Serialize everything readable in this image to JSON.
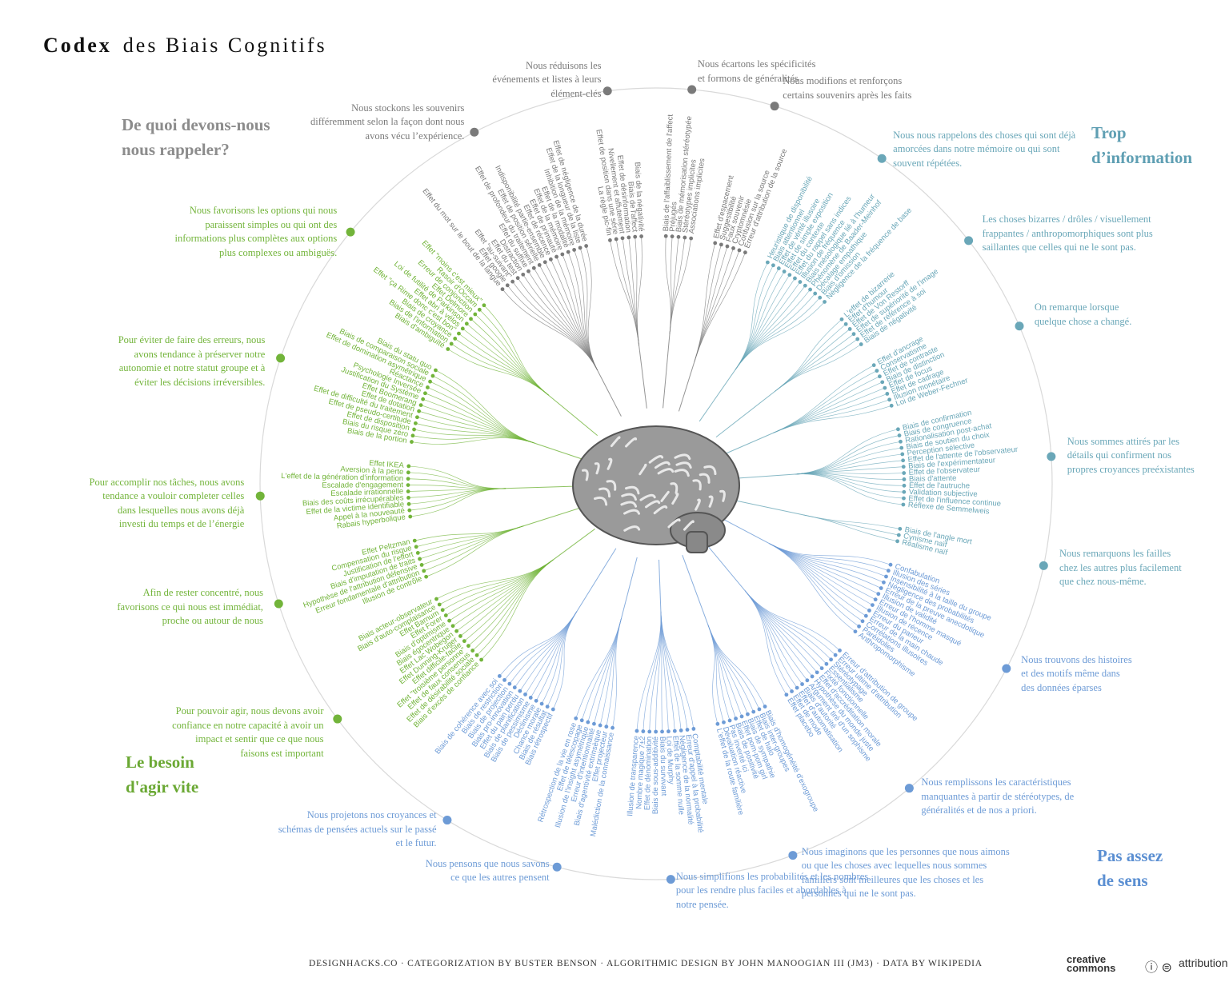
{
  "title": {
    "bold": "Codex",
    "rest": "des Biais Cognitifs"
  },
  "colors": {
    "grey": "#7a7a7a",
    "teal": "#6aa7b8",
    "blue": "#6d9bd6",
    "green": "#72b43a",
    "ring": "#d9d9d9"
  },
  "quadrants": [
    {
      "key": "memory",
      "title": "De quoi devons-nous\nnous rappeler?",
      "color": "#8c8c8c"
    },
    {
      "key": "info",
      "title": "Trop\nd’information",
      "color": "#5f9fb3"
    },
    {
      "key": "meaning",
      "title": "Pas assez\nde sens",
      "color": "#5b8fd2"
    },
    {
      "key": "speed",
      "title": "Le besoin\nd'agir vite",
      "color": "#6aa833"
    }
  ],
  "groups": [
    {
      "quad": "memory",
      "label": "Nous stockons les souvenirs\ndifféremment selon la façon dont nous\navons vécu l’expérience.",
      "items": [
        "Effet du mot sur le bout de la langue",
        "Effet google",
        "Effet \"au-suivant\"",
        "Effet du test",
        "Distraction",
        "Effet du suffixe",
        "Effet de profondeur du traitement",
        "Effet de position sérielle",
        "Indisponibilité partie-ensemble",
        "Effet de récence",
        "Effet de primauté",
        "Effet de la mémoire",
        "Effet de la modalité",
        "Inhibition de la mémoire",
        "Effet de la longueur de la liste",
        "Effet de négligence de la durée"
      ]
    },
    {
      "quad": "memory",
      "label": "Nous réduisons les\névénements et listes à leurs\nélément-clés",
      "items": [
        "La règle pic-fin",
        "Effet de position dans une série",
        "Nivellement et affutement",
        "Effet de désinformation",
        "Biais de l'affect",
        "Biais de la négativité"
      ]
    },
    {
      "quad": "memory",
      "label": "Nous écartons les spécificités\net formons de généralités",
      "items": [
        "Biais de l'affaiblissement de l'affect",
        "Préjugés",
        "Biais de mémorisation stéréotypée",
        "Stéréotypes implicites",
        "Associations implicites"
      ]
    },
    {
      "quad": "memory",
      "label": "Nous modifions et renforçons\ncertains souvenirs après les faits",
      "items": [
        "Effet d'espacement",
        "Suggestibilité",
        "Faux souvenir",
        "Cryptomnésie",
        "Confusion sur la source",
        "Erreur d'attribution de la source"
      ]
    },
    {
      "quad": "info",
      "label": "Nous nous rappelons des choses qui sont déjà\namorcées dans notre mémoire ou qui sont\nsouvent répétées.",
      "items": [
        "Heuristique de disponibilité",
        "Biais attentionnel",
        "Effet de vérité illusoire",
        "Effet de simple exposition",
        "Effet du contexte",
        "Effet du rappel sans indices",
        "Illusion de fréquence",
        "Biais mésologique lié à l'humeur",
        "Phénomène de Baader-Meinhof",
        "Décalage empathique",
        "Biais d'omission",
        "Négligence de la fréquence de base"
      ]
    },
    {
      "quad": "info",
      "label": "Les choses bizarres / drôles / visuellement\nfrappantes / anthropomorphiques sont plus\nsaillantes que celles qui ne le sont pas.",
      "items": [
        "L'effet de bizarrerie",
        "Effet d'humour",
        "Effet de Von Restorff",
        "Effet de supériorité de l'image",
        "Effet de référence à soi",
        "Biais de négativité"
      ]
    },
    {
      "quad": "info",
      "label": "On remarque lorsque\nquelque chose a changé.",
      "items": [
        "Effet d'ancrage",
        "Conservatisme",
        "Effet de contraste",
        "Biais de distinction",
        "Effet de focus",
        "Effet de cadrage",
        "Illusion monétaire",
        "Loi de Weber-Fechner"
      ]
    },
    {
      "quad": "info",
      "label": "Nous sommes attirés par les\ndétails qui confirment nos\npropres croyances preéxistantes",
      "items": [
        "Biais de confirmation",
        "Biais de congruence",
        "Rationalisation post-achat",
        "Biais de soutien du choix",
        "Perception sélective",
        "Effet de l'attente de l'observateur",
        "Biais de l'expérimentateur",
        "Effet de l'observateur",
        "Biais d'attente",
        "Effet de l'autruche",
        "Validation subjective",
        "Effet de l'influence continue",
        "Réflexe de Semmelweis"
      ]
    },
    {
      "quad": "info",
      "label": "Nous remarquons les failles\nchez les autres plus facilement\nque chez nous-même.",
      "items": [
        "Biais de l'angle mort",
        "Cynisme naïf",
        "Réalisme naïf"
      ]
    },
    {
      "quad": "meaning",
      "label": "Nous trouvons des histoires\net des motifs même dans\ndes données éparses",
      "items": [
        "Confabulation",
        "Illusion des séries",
        "Insensibilité à la taille du groupe",
        "Négligence des probabilités",
        "Erreur de la preuve anecdotique",
        "Illusion de validité",
        "Erreur de l'homme masqué",
        "Illusion de récence",
        "Erreur du parieur",
        "Erreur de la main chaude",
        "Corrélations illusoires",
        "Paréidolies",
        "Anthropomorphisme"
      ]
    },
    {
      "quad": "meaning",
      "label": "Nous remplissons les caractéristiques\nmanquantes à partir de stéréotypes, de\ngénéralités et de nos a priori.",
      "items": [
        "Erreur d'attribution de groupe",
        "Erreur ultime d'attribution",
        "Stéréotypage",
        "Essentialisme",
        "Fixité fonctionnelle",
        "Effet d'accréditation morale",
        "Hypothèse du monde juste",
        "Argument tiré d'un sophisme",
        "Biais d'autorité",
        "Effet d'automatisation",
        "Effet de mode",
        "Effet placebo"
      ]
    },
    {
      "quad": "meaning",
      "label": "Nous imaginons que les personnes que nous aimons\nou que les choses avec lequelles nous sommes\nfamiliers sont meilleures que les choses et les\npersonnes qui ne le sont pas.",
      "items": [
        "Biais d'homogénéité d'exogroupe",
        "Biais inter-groupes",
        "Effet de halo",
        "Biais de sympathie",
        "Effet pom-pom girl",
        "Biais de positivité",
        "Pas inventé ici",
        "Dévaluation réactive",
        "L'effet de la route familière"
      ]
    },
    {
      "quad": "meaning",
      "label": "Nous simplifions les probabilités et les nombres\npour les rendre plus faciles et abordables à\nnotre pensée.",
      "items": [
        "Comptabilité mentale",
        "Erreur d'appel à la probabilité",
        "Négligence de la normalité",
        "Effet de la somme nulle",
        "Loi de Murphy",
        "Biais du survivant",
        "Biais de sous-additivité",
        "Effet de dénomination",
        "Nombre magique 7±2",
        "Illusion de transparence"
      ]
    },
    {
      "quad": "meaning",
      "label": "Nous pensons que nous savons\nce que les autres pensent",
      "items": [
        "Malédiction de la connaissance",
        "Effet projecteur",
        "Biais d'agentivité extrinsèque",
        "Erreur d'intentionnalité",
        "Illusion de l'insight asymétrique",
        "Effet de télescopage",
        "Rétrospection de la vie en rose"
      ]
    },
    {
      "quad": "meaning",
      "label": "Nous projetons nos croyances et\nschémas de pensées actuels sur le passé\net le futur.",
      "items": [
        "Biais rétrospectif",
        "Biais de résultat",
        "Chance morale",
        "Déclinisme",
        "Biais de pessimisme",
        "Biais de planification",
        "Effet du pain perdu",
        "Biais pro-innovation",
        "Biais de projection",
        "Biais de restriction",
        "Biais de cohérence avec soi"
      ]
    },
    {
      "quad": "speed",
      "label": "Pour pouvoir agir, nous devons avoir\nconfiance en notre capacité à avoir un\nimpact et sentir que ce que nous\nfaisons est important",
      "items": [
        "Biais d'excès de confiance",
        "Effet de désirabilité sociale",
        "Effet de faux consensus",
        "Effet \"troisième personne\"",
        "Effet difficile-facile",
        "Effet Dunning-Kruger",
        "Effet Lac Wobegon",
        "Biais égocentrique",
        "Biais d'optimisme",
        "Effet Forer",
        "Effet Barnum",
        "Biais d'auto-complaisance",
        "Biais acteur-observateur"
      ]
    },
    {
      "quad": "speed",
      "label": "Afin de rester concentré, nous\nfavorisons ce qui nous est immédiat,\nproche ou autour de nous",
      "items": [
        "Illusion de contrôle",
        "Erreur fondamentale d'attribution",
        "Hypothèse de l'attribution défensive",
        "Biais d'imputation de traits",
        "Justification de l'effort",
        "Compensation du risque",
        "Effet Peltzman"
      ]
    },
    {
      "quad": "speed",
      "label": "Pour accomplir nos tâches, nous avons\ntendance a vouloir completer celles\ndans lesquelles nous avons déjà\ninvesti du temps et de l’énergie",
      "items": [
        "Rabais hyperbolique",
        "Appel à la nouveauté",
        "Effet de la victime identifiable",
        "Biais des coûts irrécupérables",
        "Escalade irrationnelle",
        "Escalade d'engagement",
        "L'effet de la génération d'information",
        "Aversion à la perte",
        "Effet IKEA"
      ]
    },
    {
      "quad": "speed",
      "label": "Pour éviter de faire des erreurs, nous\navons tendance à préserver notre\nautonomie et notre statut groupe et à\néviter les décisions irréversibles.",
      "items": [
        "Biais de la portion",
        "Biais du risque zéro",
        "Effet de disposition",
        "Effet de pseudo-certitude",
        "Effet de difficulté du traitement",
        "Effet de dotation",
        "Effet Boomerang",
        "Justification du Système",
        "Psychologie Inversée",
        "Réactance",
        "Effet de domination asymétrique",
        "Biais de comparaison sociale",
        "Biais du statu quo"
      ]
    },
    {
      "quad": "speed",
      "label": "Nous favorisons les options qui nous\nparaissent simples ou qui ont des\ninformations plus complètes aux options\nplus complexes ou ambiguës.",
      "items": [
        "Biais d'ambiguïté",
        "Biais de l'information",
        "Biais de croyance",
        "Effet \"ça Rime donc c'est bon\"",
        "Effet abri à vélos",
        "Loi de futilité de Parkinson",
        "Effet Delmore",
        "Erreur de conjonction",
        "Rasoir d'Occam",
        "Effet \"moins c'est mieux\""
      ]
    }
  ],
  "footer": "DESIGNHACKS.CO · CATEGORIZATION BY BUSTER BENSON · ALGORITHMIC DESIGN BY JOHN MANOOGIAN III (JM3) · DATA BY WIKIPEDIA",
  "license": {
    "logo_top": "creative",
    "logo_bottom": "commons",
    "icons": "ⓘ ⊜",
    "label": "attribution"
  }
}
